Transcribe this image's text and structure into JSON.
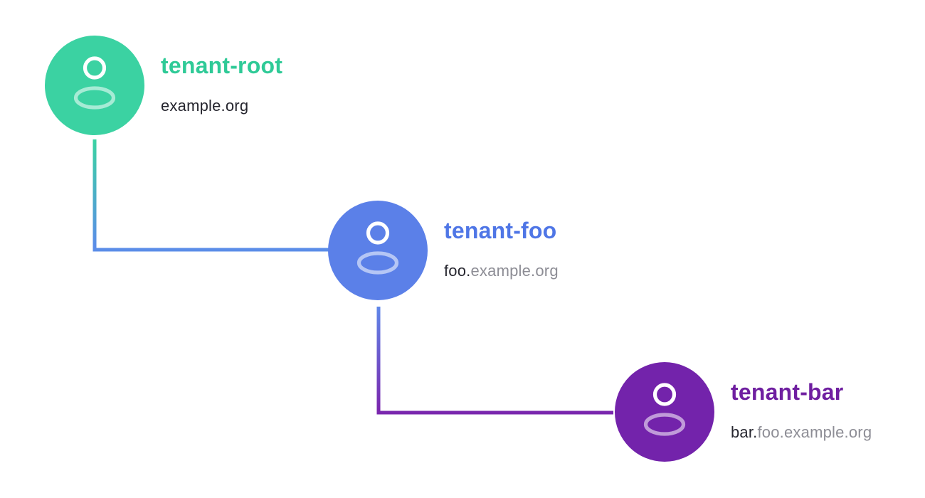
{
  "diagram": {
    "background": "#ffffff",
    "text_colors": {
      "domain_primary": "#26262f",
      "domain_secondary": "#8d8d95"
    },
    "nodes": [
      {
        "name": "tenant-root",
        "domain_highlight": "example.org",
        "domain_rest": "",
        "icon": "user-icon",
        "circle_color": "#3bd2a2",
        "name_color": "#2fca97"
      },
      {
        "name": "tenant-foo",
        "domain_highlight": "foo.",
        "domain_rest": "example.org",
        "icon": "user-icon",
        "circle_color": "#5b80e8",
        "name_color": "#4f76e6"
      },
      {
        "name": "tenant-bar",
        "domain_highlight": "bar.",
        "domain_rest": "foo.example.org",
        "icon": "user-icon",
        "circle_color": "#7323ab",
        "name_color": "#6f1fa0"
      }
    ],
    "connectors": [
      {
        "from": "tenant-root",
        "to": "tenant-foo",
        "from_color": "#3bd2a3",
        "to_color": "#5b8de8"
      },
      {
        "from": "tenant-foo",
        "to": "tenant-bar",
        "from_color": "#5f87e9",
        "to_color": "#7a27ae"
      }
    ]
  }
}
